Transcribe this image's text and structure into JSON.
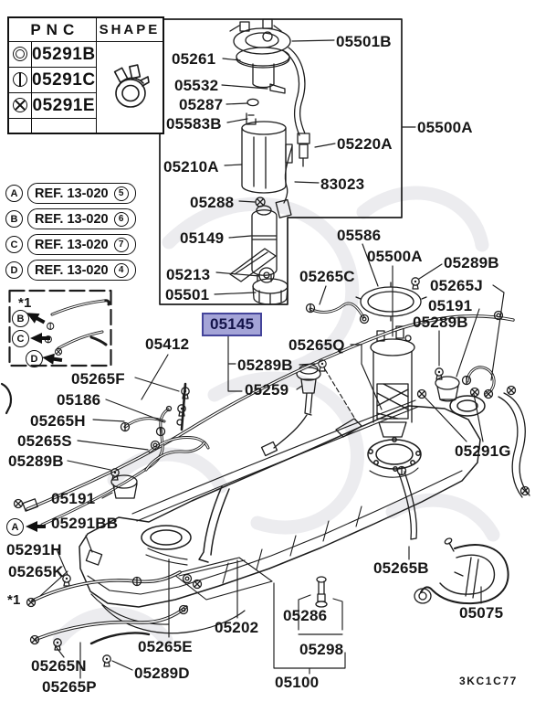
{
  "page": {
    "drawing_code": "3KC1C77",
    "highlighted_part": "05145"
  },
  "colors": {
    "highlight_bg": "#a4a4d7",
    "highlight_border": "#44449a",
    "line": "#1c1c1c"
  },
  "pnc_table": {
    "col_pnc": "PNC",
    "col_shape": "SHAPE",
    "rows": [
      {
        "symbol": "double-circle",
        "pnc": "05291B"
      },
      {
        "symbol": "circle-vertical-bar",
        "pnc": "05291C"
      },
      {
        "symbol": "circle-cross",
        "pnc": "05291E"
      }
    ],
    "shape_icon": "hose-clamp"
  },
  "ref_notes": [
    {
      "marker": "A",
      "text": "REF. 13-020",
      "num": "5"
    },
    {
      "marker": "B",
      "text": "REF. 13-020",
      "num": "6"
    },
    {
      "marker": "C",
      "text": "REF. 13-020",
      "num": "7"
    },
    {
      "marker": "D",
      "text": "REF. 13-020",
      "num": "4"
    }
  ],
  "inset": {
    "note": "*1",
    "markers": [
      "B",
      "C",
      "D"
    ]
  },
  "anchor_marker": "A",
  "callouts": [
    "05501B",
    "05261",
    "05532",
    "05287",
    "05583B",
    "05210A",
    "05220A",
    "83023",
    "05288",
    "05149",
    "05213",
    "05501",
    "05500A",
    "05586",
    "05500A",
    "05265C",
    "05289B",
    "05265J",
    "05191",
    "05289B",
    "05412",
    "05145",
    "05265Q",
    "05289B",
    "05259",
    "05265F",
    "05186",
    "05265H",
    "05265S",
    "05289B",
    "05191",
    "05291BB",
    "05291H",
    "05265K",
    "*1",
    "05265N",
    "05265P",
    "05289D",
    "05265E",
    "05202",
    "05286",
    "05298",
    "05100",
    "05265B",
    "05075",
    "05291G"
  ]
}
